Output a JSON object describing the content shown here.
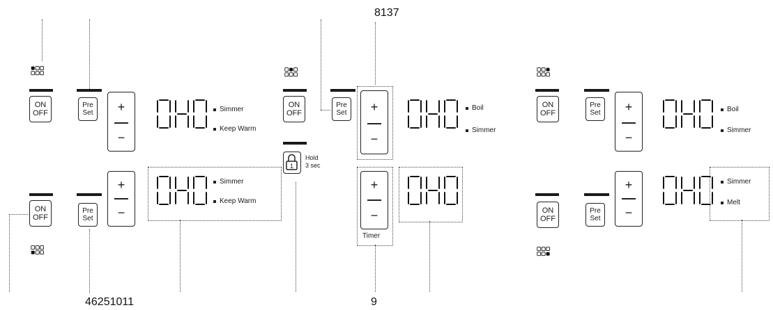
{
  "codes": {
    "top": "8137",
    "bottom_left": "46251011",
    "bottom_center": "9"
  },
  "buttons": {
    "on": "ON",
    "off": "OFF",
    "pre": "Pre",
    "set": "Set",
    "plus": "+",
    "minus": "−"
  },
  "lock": {
    "hold": "Hold",
    "secs": "3 sec"
  },
  "timer_label": "Timer",
  "zones": {
    "left_top": [
      "Simmer",
      "Keep Warm"
    ],
    "left_bottom": [
      "Simmer",
      "Keep Warm"
    ],
    "center_top": [
      "Boil",
      "Simmer"
    ],
    "right_top": [
      "Boil",
      "Simmer"
    ],
    "right_bottom": [
      "Simmer",
      "Melt"
    ]
  },
  "colors": {
    "ink": "#1a1a1a",
    "background": "#ffffff"
  },
  "icons": [
    "zone-indicator-icon",
    "lock-icon",
    "seven-segment-display-icon"
  ]
}
